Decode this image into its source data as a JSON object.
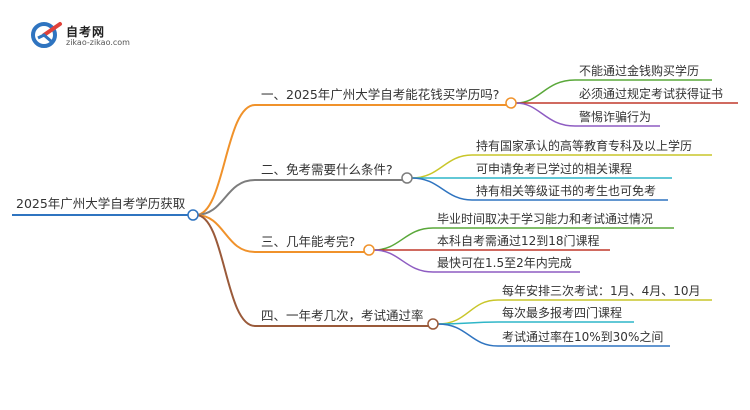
{
  "brand": {
    "title": "自考网",
    "subtitle": "zikao-zikao.com"
  },
  "root": "2025年广州大学自考学历获取",
  "branches": [
    {
      "label": "一、2025年广州大学自考能花钱买学历吗?",
      "color": "#f0922b",
      "leaves": [
        {
          "text": "不能通过金钱购买学历",
          "color": "#5aa83a"
        },
        {
          "text": "必须通过规定考试获得证书",
          "color": "#c0392b"
        },
        {
          "text": "警惕诈骗行为",
          "color": "#8e5cc2"
        }
      ]
    },
    {
      "label": "二、免考需要什么条件?",
      "color": "#7d7d7d",
      "leaves": [
        {
          "text": "持有国家承认的高等教育专科及以上学历",
          "color": "#c9c62a"
        },
        {
          "text": "可申请免考已学过的相关课程",
          "color": "#2fb6c8"
        },
        {
          "text": "持有相关等级证书的考生也可免考",
          "color": "#2f74c0"
        }
      ]
    },
    {
      "label": "三、几年能考完?",
      "color": "#f0922b",
      "leaves": [
        {
          "text": "毕业时间取决于学习能力和考试通过情况",
          "color": "#5aa83a"
        },
        {
          "text": "本科自考需通过12到18门课程",
          "color": "#c0392b"
        },
        {
          "text": "最快可在1.5至2年内完成",
          "color": "#8e5cc2"
        }
      ]
    },
    {
      "label": "四、一年考几次，考试通过率",
      "color": "#9a5a3a",
      "leaves": [
        {
          "text": "每年安排三次考试：1月、4月、10月",
          "color": "#c9c62a"
        },
        {
          "text": "每次最多报考四门课程",
          "color": "#2fb6c8"
        },
        {
          "text": "考试通过率在10%到30%之间",
          "color": "#2f74c0"
        }
      ]
    }
  ],
  "root_color": "#2f74c0"
}
